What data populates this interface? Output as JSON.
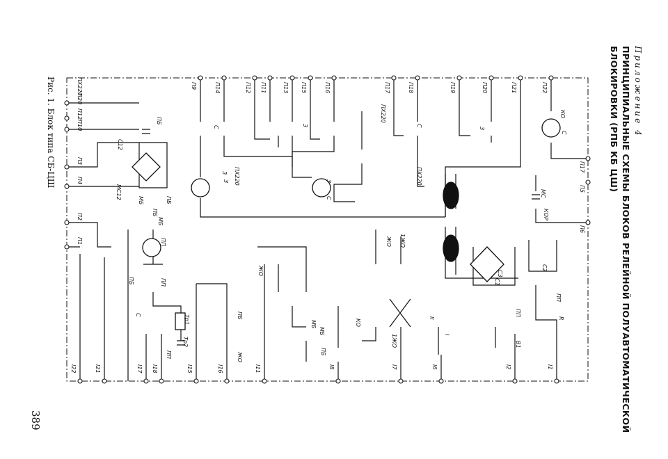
{
  "header": {
    "appendix": "Приложение 4",
    "title_line1": "ПРИНЦИПИАЛЬНЫЕ СХЕМЫ БЛОКОВ РЕЛЕЙНОЙ ПОЛУАВТОМАТИЧЕСКОЙ",
    "title_line2": "БЛОКИРОВКИ (РПБ КБ ЦШ)"
  },
  "caption": "Рис. 1. Блок типа СБ-ЦШ",
  "page_number": "389",
  "schematic": {
    "top_terminals": [
      "П9",
      "П14",
      "П12",
      "П11",
      "П13",
      "П15",
      "П16",
      "П17",
      "П18",
      "П19",
      "П20",
      "П21",
      "П22"
    ],
    "bottom_terminals": [
      "І1",
      "І2",
      "І6",
      "І7",
      "І8",
      "І11",
      "І15",
      "І16",
      "І17",
      "І18",
      "І21",
      "І22"
    ],
    "left_terminals": [
      "ПХ220",
      "П20",
      "П12",
      "П10",
      "П3",
      "П4",
      "П2",
      "П1"
    ],
    "right_terminals": [
      "П17",
      "П5",
      "П6"
    ],
    "labels": [
      "ПХ220",
      "ПХ220",
      "ПХ220",
      "С12",
      "МС12",
      "МБ",
      "ПБ",
      "МБ",
      "ПП",
      "ПБ",
      "ПП",
      "С",
      "С",
      "З",
      "С",
      "З",
      "С",
      "З",
      "С",
      "З",
      "КО",
      "ЖО",
      "ЖО",
      "1ЖО",
      "1ЖО",
      "КОР",
      "МС",
      "ПБ",
      "Тр2",
      "Тр1",
      "С1",
      "С2",
      "С3",
      "R",
      "В1",
      "І",
      "ІІ",
      "ПП",
      "ПП",
      "ПП",
      "МБ",
      "МБ",
      "ПБ",
      "ПБ",
      "ЖО",
      "З",
      "ПБ",
      "КО"
    ]
  }
}
